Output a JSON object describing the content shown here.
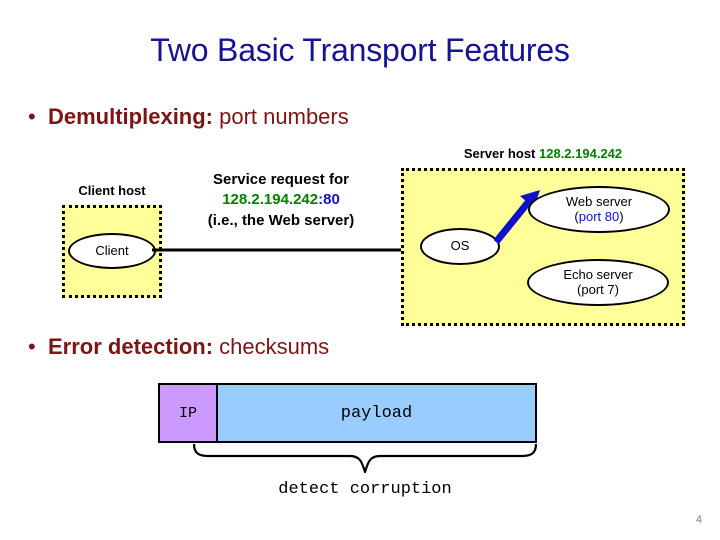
{
  "slide": {
    "title": "Two Basic Transport Features",
    "page_number": "4",
    "title_color": "#141494",
    "bullet_color": "#7d1515",
    "host_fill_color": "#ffff99",
    "ip_color": "#008000",
    "port_color": "#1111cc"
  },
  "bullets": [
    {
      "marker": "•",
      "bold": "Demultiplexing:",
      "rest": " port numbers"
    },
    {
      "marker": "•",
      "bold": "Error detection:",
      "rest": " checksums"
    }
  ],
  "demux_diagram": {
    "client_host_label": "Client host",
    "client_node_label": "Client",
    "server_host_label_prefix": "Server host ",
    "server_host_ip": "128.2.194.242",
    "request_line1": "Service request for",
    "request_ip": "128.2.194.242",
    "request_port": ":80",
    "request_line3": "(i.e., the Web server)",
    "os_node_label": "OS",
    "web_server_name": "Web server",
    "web_server_port_open": "(",
    "web_server_port": "port 80",
    "web_server_port_close": ")",
    "echo_server_name": "Echo server",
    "echo_server_port": "(port 7)"
  },
  "checksum_diagram": {
    "ip_field": "IP",
    "payload_field": "payload",
    "brace_caption": "detect corruption",
    "ip_fill_color": "#cc99ff",
    "payload_fill_color": "#99ccff"
  }
}
